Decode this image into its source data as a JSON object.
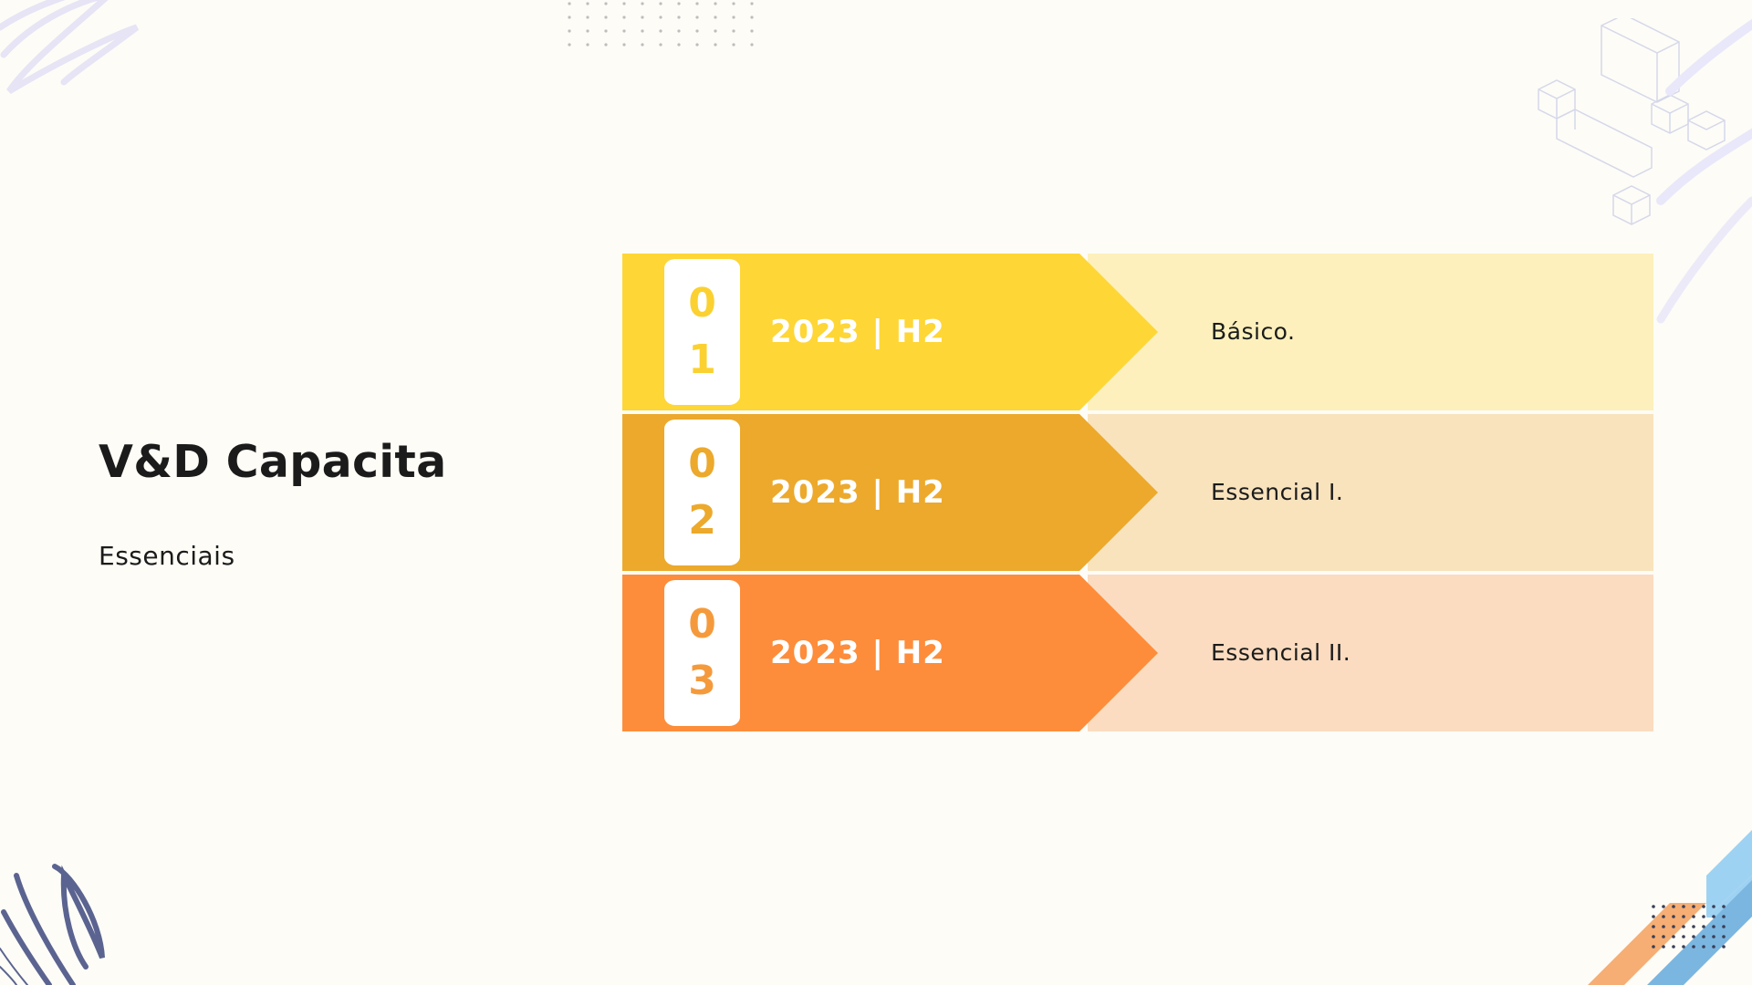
{
  "title": "V&D Capacita",
  "subtitle": "Essenciais",
  "steps": [
    {
      "number": [
        "0",
        "1"
      ],
      "period": "2023 | H2",
      "description": "Básico.",
      "arrow_color": "#fed636",
      "panel_color": "#fdf0bc",
      "number_color": "#fbd131"
    },
    {
      "number": [
        "0",
        "2"
      ],
      "period": "2023 | H2",
      "description": "Essencial I.",
      "arrow_color": "#eca92c",
      "panel_color": "#f9e3bd",
      "number_color": "#eca92c"
    },
    {
      "number": [
        "0",
        "3"
      ],
      "period": "2023 | H2",
      "description": "Essencial II.",
      "arrow_color": "#fd8d3b",
      "panel_color": "#fbdcc0",
      "number_color": "#f59a3c"
    }
  ],
  "decorations": {
    "scribble_color": "#e6e4f5",
    "navy_scribble_color": "#5b6490",
    "cube_line_color": "#d5d8ea",
    "dot_color": "#bdbdbd",
    "accent_orange": "#f6ae74",
    "accent_blue": "#7ab6e0"
  }
}
